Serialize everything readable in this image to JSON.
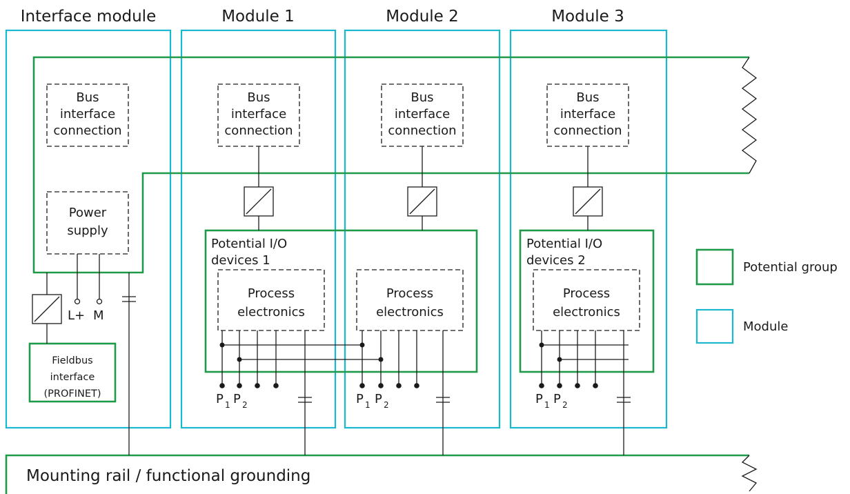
{
  "modules": {
    "interface_title": "Interface module",
    "m1_title": "Module 1",
    "m2_title": "Module 2",
    "m3_title": "Module 3"
  },
  "blocks": {
    "bus_l1": "Bus",
    "bus_l2": "interface",
    "bus_l3": "connection",
    "power_l1": "Power",
    "power_l2": "supply",
    "process_l1": "Process",
    "process_l2": "electronics",
    "fieldbus_l1": "Fieldbus",
    "fieldbus_l2": "interface",
    "fieldbus_l3": "(PROFINET)"
  },
  "groups": {
    "pio1_l1": "Potential I/O",
    "pio1_l2": "devices 1",
    "pio2_l1": "Potential I/O",
    "pio2_l2": "devices 2"
  },
  "terminals": {
    "lplus": "L+",
    "m": "M",
    "p": "P",
    "sub1": "1",
    "sub2": "2"
  },
  "rail": {
    "label": "Mounting rail / functional grounding"
  },
  "legend": {
    "potential_group": "Potential group",
    "module": "Module"
  },
  "colors": {
    "module": "#1ab8d0",
    "potential": "#1f9a4a",
    "line": "#1a1a1a"
  }
}
